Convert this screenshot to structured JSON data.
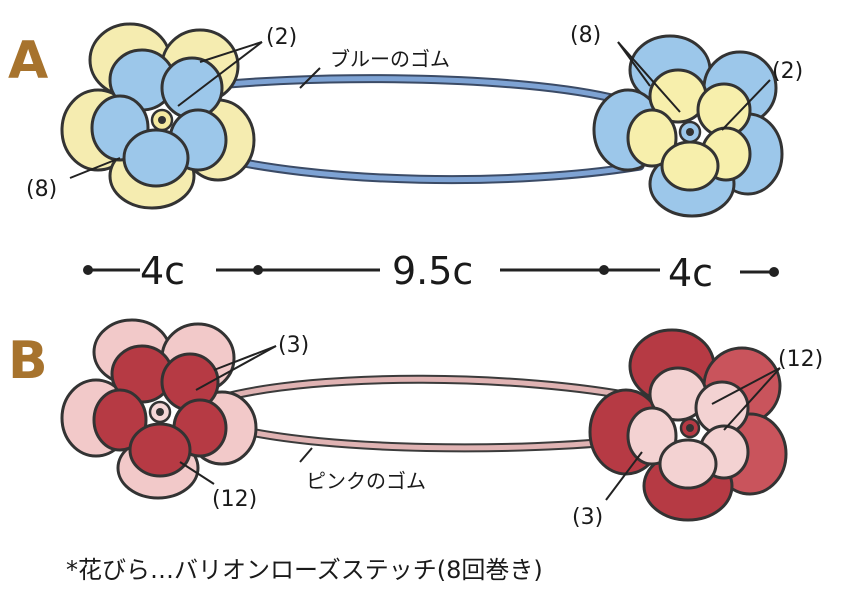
{
  "diagram_a": {
    "letter": "A",
    "elastic_label": "ブルーのゴム",
    "labels": {
      "top_left": "(2)",
      "bottom_left": "(8)",
      "top_right_outer": "(8)",
      "top_right_inner": "(2)"
    },
    "colors": {
      "petal": "#9cc7ea",
      "back_petal": "#f7efac",
      "elastic": "#6e95c9",
      "center": "#f5e9a0"
    }
  },
  "dimensions": {
    "left": "4c",
    "middle": "9.5c",
    "right": "4c"
  },
  "diagram_b": {
    "letter": "B",
    "elastic_label": "ピンクのゴム",
    "labels": {
      "top_left": "(3)",
      "bottom_left": "(12)",
      "top_right": "(12)",
      "bottom_right": "(3)"
    },
    "colors": {
      "petal": "#b63a44",
      "back_petal": "#f0c8c8",
      "elastic": "#d49a9a",
      "center": "#f4d7d7"
    }
  },
  "footnote": "*花びら…バリオンローズステッチ(8回巻き)"
}
